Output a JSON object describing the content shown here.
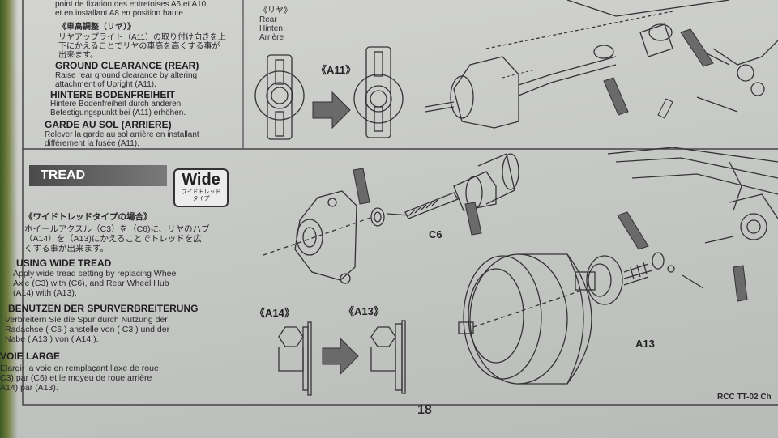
{
  "page_number": "18",
  "footer": "RCC TT-02 Ch",
  "top_section": {
    "intro_text": "point de fixation des entretoises A6 et A10,\net en installant A8 en position haute.",
    "jp_heading": "《車高調整（リヤ）》",
    "jp_text": "リヤアップライト（A11）の取り付け向きを上\n下にかえることでリヤの車高を高くする事が\n出来ます。",
    "en_heading": "GROUND CLEARANCE (REAR)",
    "en_text": "Raise rear ground clearance by altering\nattachment of Upright (A11).",
    "de_heading": "HINTERE BODENFREIHEIT",
    "de_text": "Hintere Bodenfreiheit durch anderen\nBefestigungspunkt bei (A11) erhöhen.",
    "fr_heading": "GARDE AU SOL (ARRIERE)",
    "fr_text": "Relever la garde au sol arrière en installant\ndifférement la fusée (A11).",
    "rear_label": "《リヤ》\nRear\nHinten\nArrière",
    "part_label": "《A11》"
  },
  "tread_section": {
    "title": "TREAD",
    "badge_main": "Wide",
    "badge_sub": "ワイドトレッド\nタイプ",
    "jp_heading": "《ワイドトレッドタイプの場合》",
    "jp_text": "ホイールアクスル（C3）を（C6)に、リヤのハブ\n（A14）を（A13)にかえることでトレッドを広\nくする事が出来ます。",
    "en_heading": "USING WIDE TREAD",
    "en_text": "Apply wide tread setting by replacing Wheel\nAxle (C3) with (C6), and Rear Wheel Hub\n(A14) with (A13).",
    "de_heading": "BENUTZEN DER SPURVERBREITERUNG",
    "de_text": "Verbreitern Sie die Spur durch Nutzung der\nRadachse ( C6 ) anstelle von ( C3 ) und der\nNabe ( A13 ) von ( A14 ).",
    "fr_heading": "VOIE LARGE",
    "fr_text": "Elargir la voie en remplaçant l'axe de roue\nC3) par (C6) et le moyeu de roue arrière\nA14) par (A13).",
    "label_a14": "《A14》",
    "label_a13": "《A13》",
    "callout_c6": "C6",
    "callout_a13": "A13"
  }
}
